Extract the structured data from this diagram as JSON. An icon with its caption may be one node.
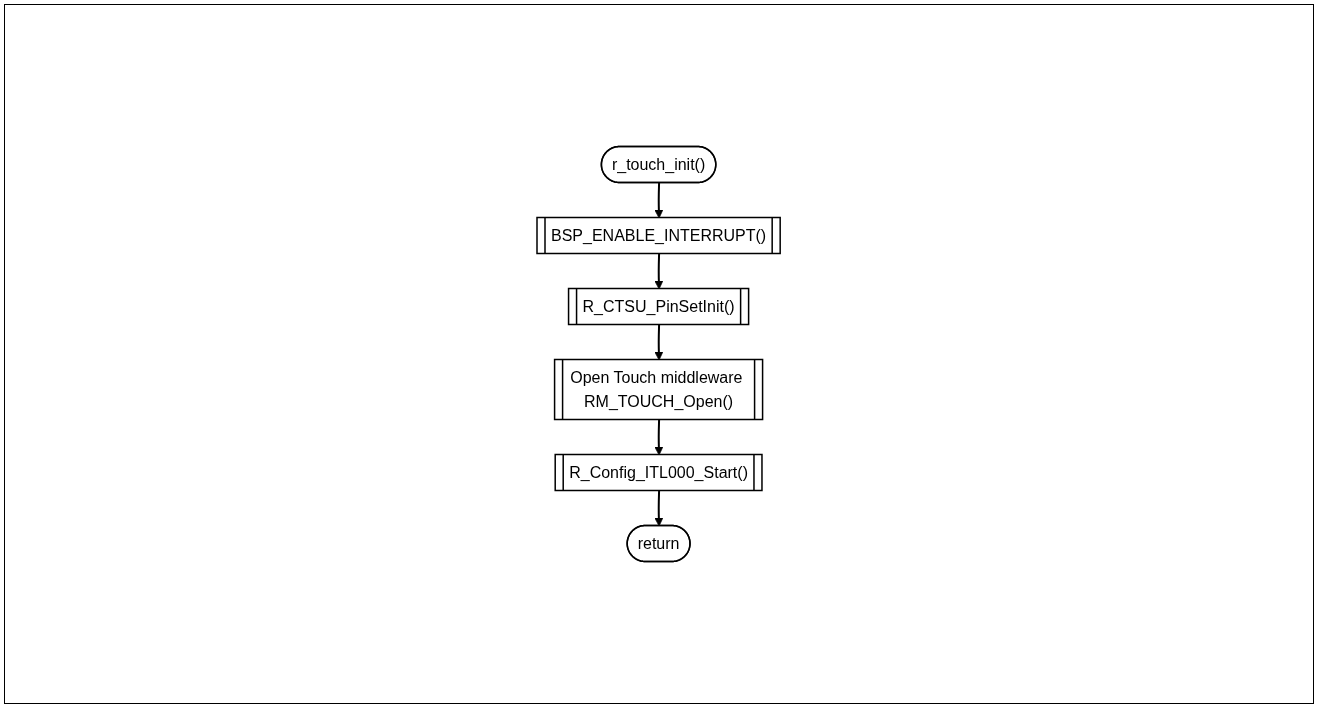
{
  "diagram": {
    "nodes": [
      {
        "text": [
          "r_touch_init()"
        ]
      },
      {
        "text": [
          "BSP_ENABLE_INTERRUPT()"
        ]
      },
      {
        "text": [
          "R_CTSU_PinSetInit()"
        ]
      },
      {
        "text": [
          "Open Touch middleware RM_TOUCH_Open()"
        ]
      },
      {
        "text": [
          "R_Config_ITL000_Start()"
        ]
      },
      {
        "text": [
          "return"
        ]
      }
    ],
    "edges": [
      {
        "from": 0,
        "to": 1,
        "arrow": "to"
      },
      {
        "from": 1,
        "to": 2,
        "arrow": "to"
      },
      {
        "from": 2,
        "to": 3,
        "arrow": "to"
      },
      {
        "from": 3,
        "to": 4,
        "arrow": "to"
      },
      {
        "from": 4,
        "to": 5,
        "arrow": "to"
      }
    ]
  }
}
